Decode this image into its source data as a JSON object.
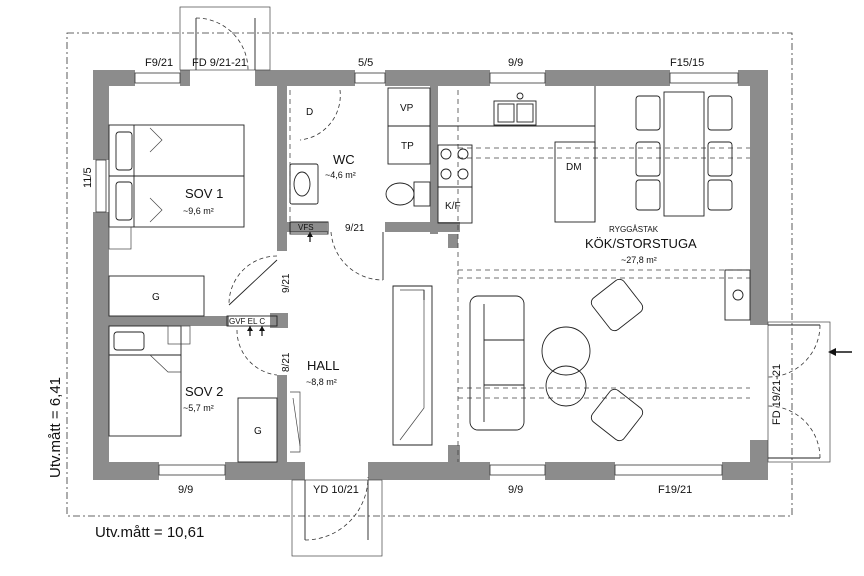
{
  "rooms": {
    "sov1": {
      "name": "SOV 1",
      "area": "~9,6 m²"
    },
    "sov2": {
      "name": "SOV 2",
      "area": "~5,7 m²"
    },
    "wc": {
      "name": "WC",
      "area": "~4,6 m²"
    },
    "hall": {
      "name": "HALL",
      "area": "~8,8 m²"
    },
    "kok": {
      "note": "RYGGÅSTAK",
      "name": "KÖK/STORSTUGA",
      "area": "~27,8 m²"
    }
  },
  "windows": {
    "f9_21": "F9/21",
    "fd_9_21_21": "FD 9/21-21",
    "w5_5": "5/5",
    "w9_9_top": "9/9",
    "f15_15": "F15/15",
    "w11_5": "11/5",
    "w9_21_wc": "9/21",
    "w9_21_hall": "9/21",
    "w8_21": "8/21",
    "w9_9_bl": "9/9",
    "yd_10_21": "YD 10/21",
    "w9_9_bm": "9/9",
    "f19_21": "F19/21",
    "fd_19_21_21": "FD 19/21-21"
  },
  "fixtures": {
    "d": "D",
    "vp": "VP",
    "tp": "TP",
    "dm": "DM",
    "kf": "K/F",
    "vfs": "VFS",
    "g1": "G",
    "g2": "G",
    "gvf_elc": "GVF EL C"
  },
  "dimensions": {
    "width": "Utv.mått = 10,61",
    "height": "Utv.mått = 6,41"
  }
}
